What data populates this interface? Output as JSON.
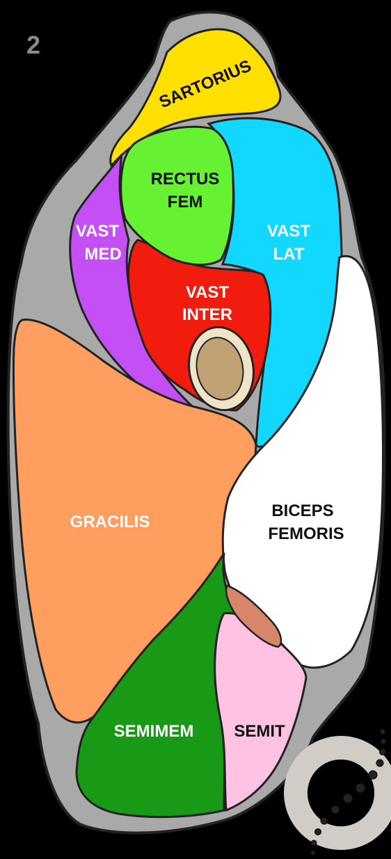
{
  "slide": {
    "number": "2"
  },
  "colors": {
    "background": "#000000",
    "fascia": "#a9a9a9",
    "outline": "#222222",
    "sartorius": "#ffe000",
    "rectus_femoris": "#66f232",
    "vastus_medialis": "#c450f5",
    "vastus_lateralis": "#12d8ff",
    "vastus_intermedius": "#f21c0e",
    "gracilis": "#ff9e5e",
    "biceps_femoris": "#ffffff",
    "semimembranosus": "#199a17",
    "semitendinosus": "#ffc2e2",
    "nerve": "#d8866a",
    "bone_cortex": "#efe3c8",
    "bone_marrow": "#c0a275",
    "logo": "#d1ccc6"
  },
  "muscles": {
    "sartorius": {
      "label": "SARTORIUS"
    },
    "rectus_femoris": {
      "line1": "RECTUS",
      "line2": "FEM"
    },
    "vastus_medialis": {
      "line1": "VAST",
      "line2": "MED"
    },
    "vastus_lateralis": {
      "line1": "VAST",
      "line2": "LAT"
    },
    "vastus_intermedius": {
      "line1": "VAST",
      "line2": "INTER"
    },
    "gracilis": {
      "label": "GRACILIS"
    },
    "biceps_femoris": {
      "line1": "BICEPS",
      "line2": "FEMORIS"
    },
    "semimembranosus": {
      "label": "SEMIMEM"
    },
    "semitendinosus": {
      "label": "SEMIT"
    }
  }
}
